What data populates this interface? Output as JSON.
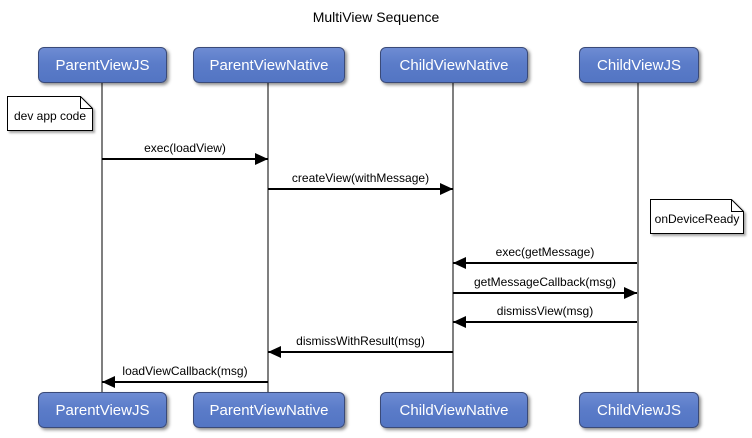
{
  "title": "MultiView Sequence",
  "participants": [
    {
      "id": "parentviewjs",
      "label": "ParentViewJS"
    },
    {
      "id": "parentviewnative",
      "label": "ParentViewNative"
    },
    {
      "id": "childviewnative",
      "label": "ChildViewNative"
    },
    {
      "id": "childviewjs",
      "label": "ChildViewJS"
    }
  ],
  "messages": [
    {
      "label": "exec(loadView)",
      "from": "ParentViewJS",
      "to": "ParentViewNative",
      "direction": "right"
    },
    {
      "label": "createView(withMessage)",
      "from": "ParentViewNative",
      "to": "ChildViewNative",
      "direction": "right"
    },
    {
      "label": "exec(getMessage)",
      "from": "ChildViewJS",
      "to": "ChildViewNative",
      "direction": "left"
    },
    {
      "label": "getMessageCallback(msg)",
      "from": "ChildViewNative",
      "to": "ChildViewJS",
      "direction": "right"
    },
    {
      "label": "dismissView(msg)",
      "from": "ChildViewJS",
      "to": "ChildViewNative",
      "direction": "left"
    },
    {
      "label": "dismissWithResult(msg)",
      "from": "ChildViewNative",
      "to": "ParentViewNative",
      "direction": "left"
    },
    {
      "label": "loadViewCallback(msg)",
      "from": "ParentViewNative",
      "to": "ParentViewJS",
      "direction": "left"
    }
  ],
  "notes": [
    {
      "label": "dev app code",
      "attached_to": "ParentViewJS"
    },
    {
      "label": "onDeviceReady",
      "attached_to": "ChildViewJS"
    }
  ],
  "colors": {
    "participant_fill": "#5b7cc9",
    "participant_border": "#3a4a78",
    "participant_text": "#ffffff",
    "lifeline": "#7f7f7f",
    "arrow": "#000000",
    "note_fill": "#ffffff",
    "note_border": "#000000",
    "background": "#ffffff"
  }
}
